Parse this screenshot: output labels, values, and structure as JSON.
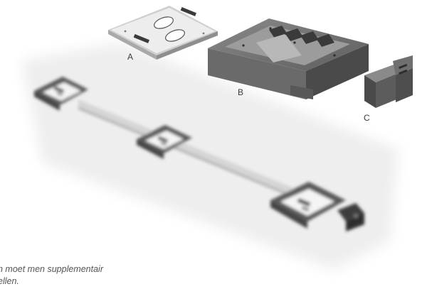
{
  "parts": {
    "a": {
      "label": "A"
    },
    "b": {
      "label": "B"
    },
    "c": {
      "label": "C"
    }
  },
  "caption": {
    "line1": "n moet men supplementair",
    "line2": "ellen."
  },
  "colors": {
    "part_dark": "#4a4a4a",
    "part_mid": "#6d6d6d",
    "part_light": "#d8d8d8",
    "plate": "#f2f2f2",
    "rail": "#d9d9d9",
    "shadow": "#e6e6e6"
  }
}
